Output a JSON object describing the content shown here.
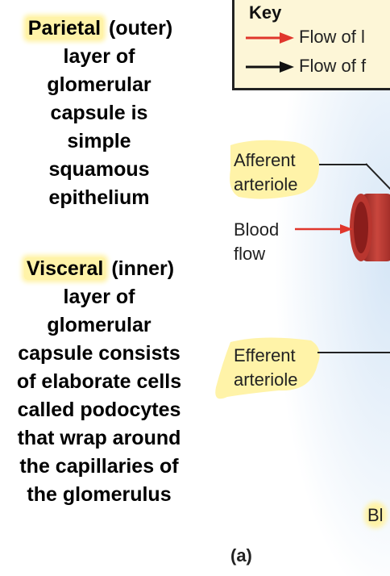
{
  "left_text": {
    "parietal": {
      "highlight": "Parietal",
      "line1_rest": " (outer)",
      "line2": "layer of",
      "line3": "glomerular",
      "line4": "capsule is",
      "line5": "simple",
      "line6": "squamous",
      "line7": "epithelium"
    },
    "visceral": {
      "highlight": "Visceral",
      "line1_rest": " (inner)",
      "line2": "layer of",
      "line3": "glomerular",
      "line4": "capsule consists",
      "line5": "of elaborate cells",
      "line6": "called podocytes",
      "line7": "that wrap around",
      "line8": "the capillaries of",
      "line9": "the glomerulus"
    }
  },
  "key": {
    "title": "Key",
    "row1": "Flow of l",
    "row2": "Flow of f",
    "row1_arrow_color": "#e0362c",
    "row2_arrow_color": "#111111"
  },
  "figure": {
    "afferent_line1": "Afferent",
    "afferent_line2": "arteriole",
    "blood_line1": "Blood",
    "blood_line2": "flow",
    "efferent_line1": "Efferent",
    "efferent_line2": "arteriole",
    "bl_partial": "Bl",
    "panel": "(a)",
    "vessel_color": "#b8362e",
    "highlight_color": "#fff3a8"
  }
}
